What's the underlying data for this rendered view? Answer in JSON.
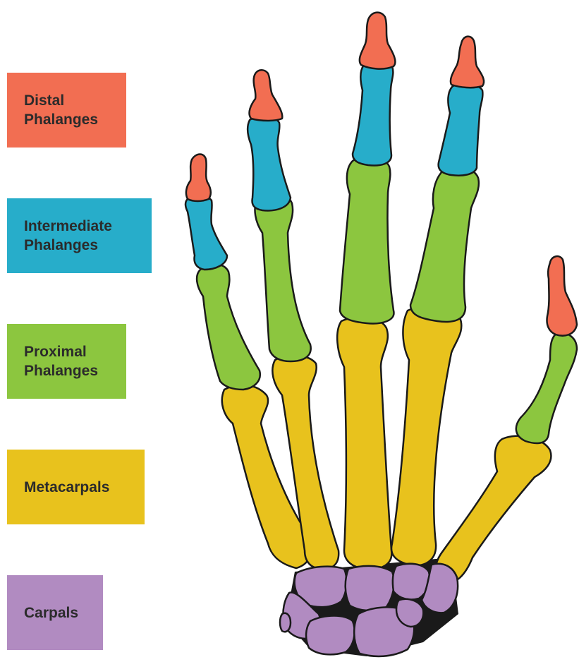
{
  "legend": [
    {
      "key": "distal",
      "label": "Distal\nPhalanges",
      "color": "#F26E52"
    },
    {
      "key": "intermediate",
      "label": "Intermediate\nPhalanges",
      "color": "#27ADCA"
    },
    {
      "key": "proximal",
      "label": "Proximal\nPhalanges",
      "color": "#8CC63F"
    },
    {
      "key": "metacarpals",
      "label": "Metacarpals",
      "color": "#E8C21D"
    },
    {
      "key": "carpals",
      "label": "Carpals",
      "color": "#B18BC1"
    }
  ],
  "colors": {
    "outline": "#1a1a1a",
    "background": "#ffffff"
  }
}
